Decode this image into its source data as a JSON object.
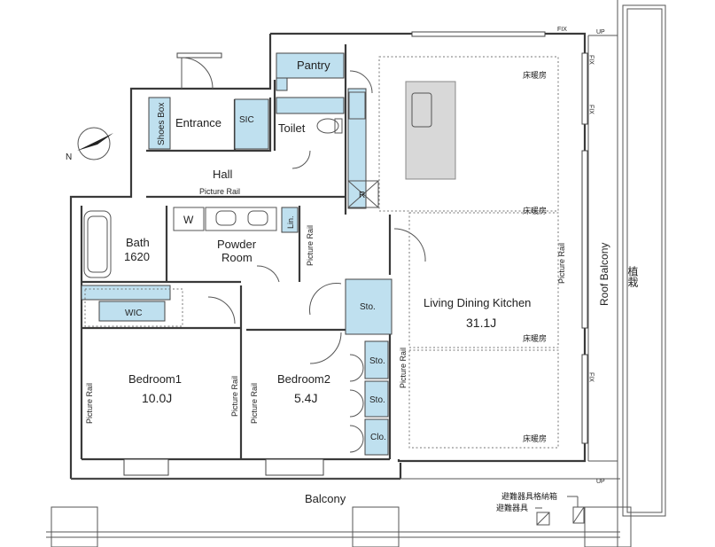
{
  "rooms": {
    "pantry": "Pantry",
    "entrance": "Entrance",
    "sic": "SIC",
    "toilet": "Toilet",
    "shoes_box": "Shoes Box",
    "hall": "Hall",
    "bath": "Bath",
    "bath_size": "1620",
    "washer": "W",
    "lin": "Lin.",
    "powder_room_line1": "Powder",
    "powder_room_line2": "Room",
    "wic": "WIC",
    "bedroom1": "Bedroom1",
    "bedroom1_size": "10.0J",
    "bedroom2": "Bedroom2",
    "bedroom2_size": "5.4J",
    "sto_1": "Sto.",
    "sto_2": "Sto.",
    "sto_3": "Sto.",
    "clo": "Clo.",
    "ldk": "Living Dining Kitchen",
    "ldk_size": "31.1J",
    "refrigerator": "R",
    "roof_balcony": "Roof Balcony",
    "planting": "植栽",
    "balcony": "Balcony"
  },
  "annotations": {
    "picture_rail": "Picture Rail",
    "floor_heating": "床暖房",
    "fix": "FIX",
    "up": "UP",
    "evac_box": "避難器具格納箱",
    "evac_equipment": "避難器具"
  },
  "compass": {
    "north": "N"
  }
}
